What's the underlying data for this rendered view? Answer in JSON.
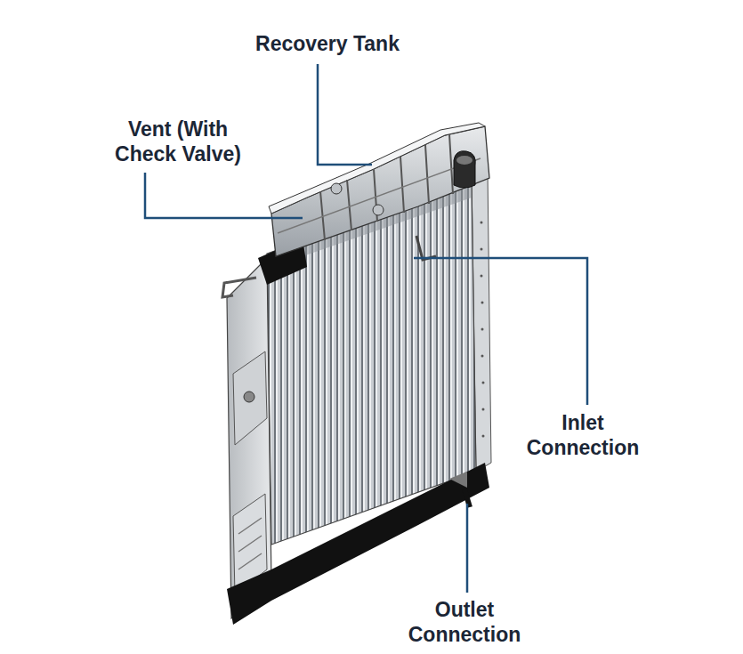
{
  "diagram": {
    "labels": [
      "Recovery Tank",
      "Vent (With Check Valve)",
      "Inlet Connection",
      "Outlet Connection"
    ]
  }
}
